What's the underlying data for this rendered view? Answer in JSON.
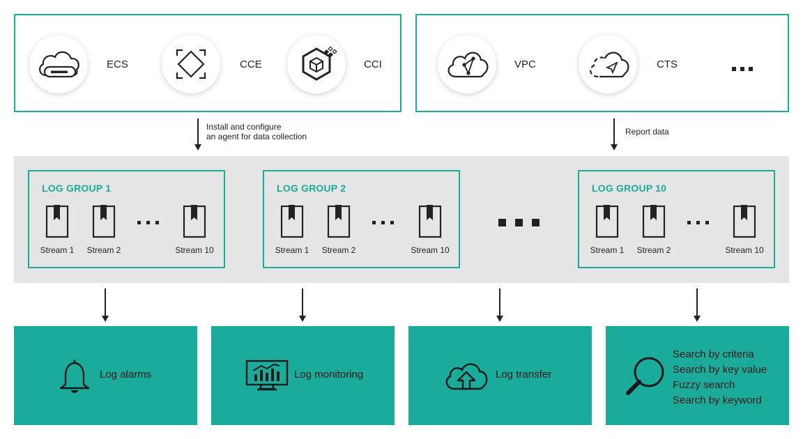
{
  "sources_left": {
    "services": [
      {
        "label": "ECS",
        "icon": "cloud-server-icon"
      },
      {
        "label": "CCE",
        "icon": "container-engine-icon"
      },
      {
        "label": "CCI",
        "icon": "container-instance-icon"
      }
    ]
  },
  "sources_right": {
    "services": [
      {
        "label": "VPC",
        "icon": "cloud-network-icon"
      },
      {
        "label": "CTS",
        "icon": "cloud-trace-icon"
      }
    ],
    "more": "..."
  },
  "arrows": {
    "install_line1": "Install and configure",
    "install_line2": "an agent for data collection",
    "report": "Report data"
  },
  "log_groups": [
    {
      "title": "LOG GROUP 1",
      "streams": [
        "Stream 1",
        "Stream 2",
        "Stream 10"
      ]
    },
    {
      "title": "LOG GROUP 2",
      "streams": [
        "Stream 1",
        "Stream 2",
        "Stream 10"
      ]
    },
    {
      "title": "LOG GROUP 10",
      "streams": [
        "Stream 1",
        "Stream 2",
        "Stream 10"
      ]
    }
  ],
  "functions": [
    {
      "label": "Log alarms",
      "icon": "bell-icon"
    },
    {
      "label": "Log monitoring",
      "icon": "monitor-chart-icon"
    },
    {
      "label": "Log transfer",
      "icon": "cloud-upload-icon"
    }
  ],
  "search": {
    "icon": "magnifier-icon",
    "items": [
      "Search by criteria",
      "Search by key value",
      "Fuzzy search",
      "Search by keyword"
    ]
  },
  "colors": {
    "accent": "#1aab9b",
    "band": "#e5e5e5",
    "text": "#222222"
  }
}
